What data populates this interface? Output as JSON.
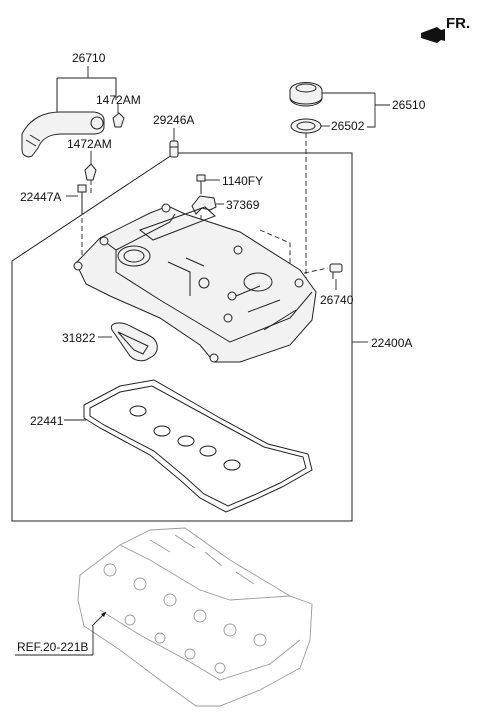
{
  "direction": {
    "label": "FR."
  },
  "parts": {
    "hose": "26710",
    "clip_upper": "1472AM",
    "clip_lower": "1472AM",
    "pcv_valve": "29246A",
    "bolt_front": "22447A",
    "bolt_top": "1140FY",
    "bracket": "37369",
    "oil_cap": "26510",
    "cap_gasket": "26502",
    "sensor": "26740",
    "oring_gasket": "31822",
    "cover_assy": "22400A",
    "cover_gasket": "22441"
  },
  "reference": {
    "label": "REF.20-221B"
  }
}
